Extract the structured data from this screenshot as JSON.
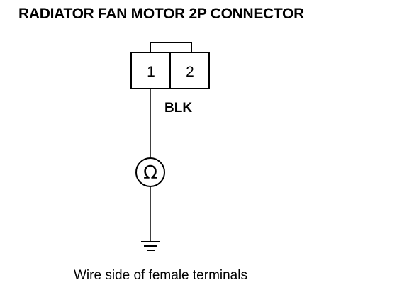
{
  "title": "RADIATOR FAN MOTOR 2P CONNECTOR",
  "connector": {
    "pins": [
      "1",
      "2"
    ],
    "wire_color": "BLK"
  },
  "meter": {
    "symbol": "Ω",
    "icon": "ohmmeter-icon"
  },
  "ground": {
    "icon": "ground-icon"
  },
  "caption": "Wire side of female terminals"
}
